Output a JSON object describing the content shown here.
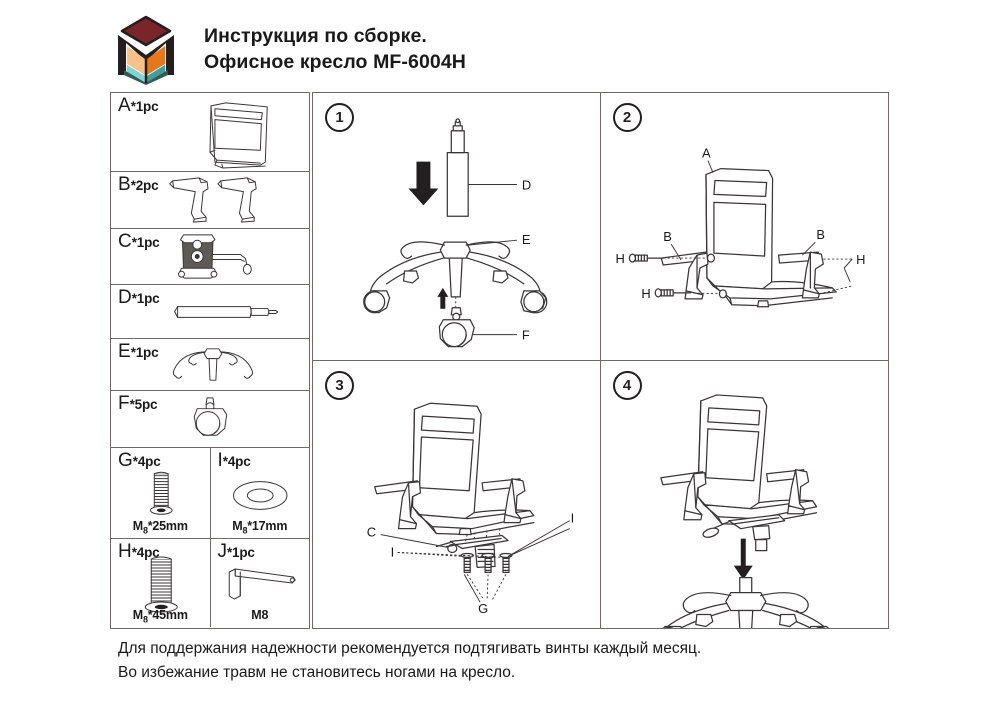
{
  "header": {
    "logo_name": "company-logo",
    "logo_colors": {
      "dark_red": "#7c2529",
      "orange": "#e8761b",
      "peach": "#f8c188",
      "teal": "#7fd5d5",
      "dark_teal": "#2e5c54",
      "outline": "#231f20"
    },
    "title_line1": "Инструкция по сборке.",
    "title_line2": "Офисное кресло MF-6004H"
  },
  "parts": {
    "rows": [
      {
        "id": "A",
        "letter": "A",
        "qty": "*1pc",
        "art": "chair-frame",
        "spec": ""
      },
      {
        "id": "B",
        "letter": "B",
        "qty": "*2pc",
        "art": "armrests",
        "spec": ""
      },
      {
        "id": "C",
        "letter": "C",
        "qty": "*1pc",
        "art": "tilt-mechanism",
        "spec": ""
      },
      {
        "id": "D",
        "letter": "D",
        "qty": "*1pc",
        "art": "gas-cylinder",
        "spec": ""
      },
      {
        "id": "E",
        "letter": "E",
        "qty": "*1pc",
        "art": "five-star-base",
        "spec": ""
      },
      {
        "id": "F",
        "letter": "F",
        "qty": "*5pc",
        "art": "caster",
        "spec": ""
      }
    ],
    "pair_rows": [
      {
        "left": {
          "id": "G",
          "letter": "G",
          "qty": "*4pc",
          "art": "short-bolt",
          "spec_prefix": "M",
          "spec_sub": "8",
          "spec_suffix": "*25mm"
        },
        "right": {
          "id": "I",
          "letter": "I",
          "qty": "*4pc",
          "art": "washer",
          "spec_prefix": "M",
          "spec_sub": "8",
          "spec_suffix": "*17mm"
        }
      },
      {
        "left": {
          "id": "H",
          "letter": "H",
          "qty": "*4pc",
          "art": "long-bolt",
          "spec_prefix": "M",
          "spec_sub": "8",
          "spec_suffix": "*45mm"
        },
        "right": {
          "id": "J",
          "letter": "J",
          "qty": "*1pc",
          "art": "allen-key",
          "spec_prefix": "M",
          "spec_sub": "",
          "spec_suffix": "8"
        }
      }
    ]
  },
  "steps": [
    {
      "number": "1",
      "art": "step1-cylinder-into-base",
      "callouts": [
        {
          "id": "D",
          "label": "D"
        },
        {
          "id": "E",
          "label": "E"
        },
        {
          "id": "F",
          "label": "F"
        }
      ]
    },
    {
      "number": "2",
      "art": "step2-armrests-to-frame",
      "callouts": [
        {
          "id": "A",
          "label": "A"
        },
        {
          "id": "B-left",
          "label": "B"
        },
        {
          "id": "B-right",
          "label": "B"
        },
        {
          "id": "H-top",
          "label": "H"
        },
        {
          "id": "H-bottom",
          "label": "H"
        },
        {
          "id": "H-right",
          "label": "H"
        }
      ]
    },
    {
      "number": "3",
      "art": "step3-mechanism-to-seat",
      "callouts": [
        {
          "id": "C",
          "label": "C"
        },
        {
          "id": "I-left",
          "label": "I"
        },
        {
          "id": "I-right",
          "label": "I"
        },
        {
          "id": "G",
          "label": "G"
        }
      ]
    },
    {
      "number": "4",
      "art": "step4-seat-onto-base",
      "callouts": []
    }
  ],
  "footer": {
    "line1": "Для поддержания надежности рекомендуется подтягивать винты каждый месяц.",
    "line2": "Во избежание травм не становитесь ногами на кресло."
  }
}
